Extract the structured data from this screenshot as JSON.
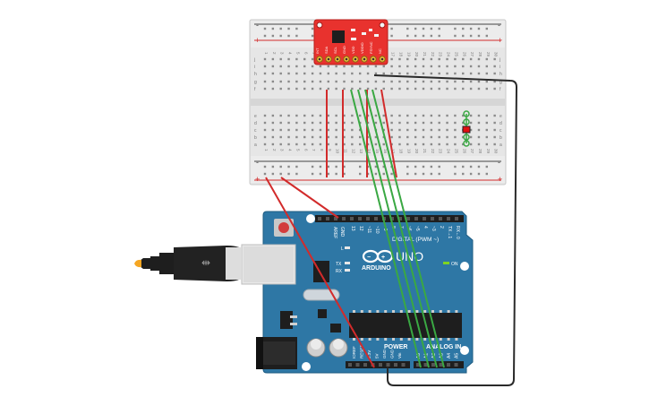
{
  "breadboard": {
    "row_letters_top": [
      "j",
      "i",
      "h",
      "g",
      "f"
    ],
    "row_letters_bottom": [
      "e",
      "d",
      "c",
      "b",
      "a"
    ],
    "column_numbers": [
      "1",
      "2",
      "3",
      "4",
      "5",
      "6",
      "7",
      "8",
      "9",
      "10",
      "11",
      "12",
      "13",
      "14",
      "15",
      "16",
      "17",
      "18",
      "19",
      "20",
      "21",
      "22",
      "23",
      "24",
      "25",
      "26",
      "27",
      "28",
      "29",
      "30"
    ],
    "plus_label": "+",
    "minus_label": "-"
  },
  "sensor": {
    "pin_labels": [
      "INT",
      "SDA",
      "SCL",
      "GND",
      "VDD",
      "VDDIO",
      "FSYNC",
      "NC"
    ]
  },
  "arduino": {
    "brand": "ARDUINO",
    "model": "UNO",
    "digital_label": "DIGITAL (PWM ~)",
    "power_label": "POWER",
    "analog_label": "ANALOG IN",
    "on_label": "ON",
    "tx_label": "TX",
    "rx_label": "RX",
    "l_label": "L",
    "aref_label": "AREF",
    "gnd_label": "GND",
    "digital_pins": [
      "13",
      "12",
      "~11",
      "~10",
      "~9",
      "8",
      "7",
      "~6",
      "~5",
      "4",
      "~3",
      "2",
      "TX→1",
      "RX←0"
    ],
    "power_pins": [
      "IOREF",
      "RESET",
      "3.3V",
      "5V",
      "GND",
      "GND",
      "Vin"
    ],
    "analog_pins": [
      "A0",
      "A1",
      "A2",
      "A3",
      "A4",
      "A5"
    ]
  },
  "colors": {
    "board_blue": "#2e77a5",
    "breadboard": "#e8e8e8",
    "wire_red": "#d22b2b",
    "wire_green": "#3aa843",
    "wire_black": "#2a2a2a",
    "sensor_red": "#e8322e"
  },
  "icons": [
    "usb-cable-icon",
    "barrel-jack-icon",
    "reset-button-icon",
    "ic-chip-icon",
    "arduino-logo-icon"
  ]
}
